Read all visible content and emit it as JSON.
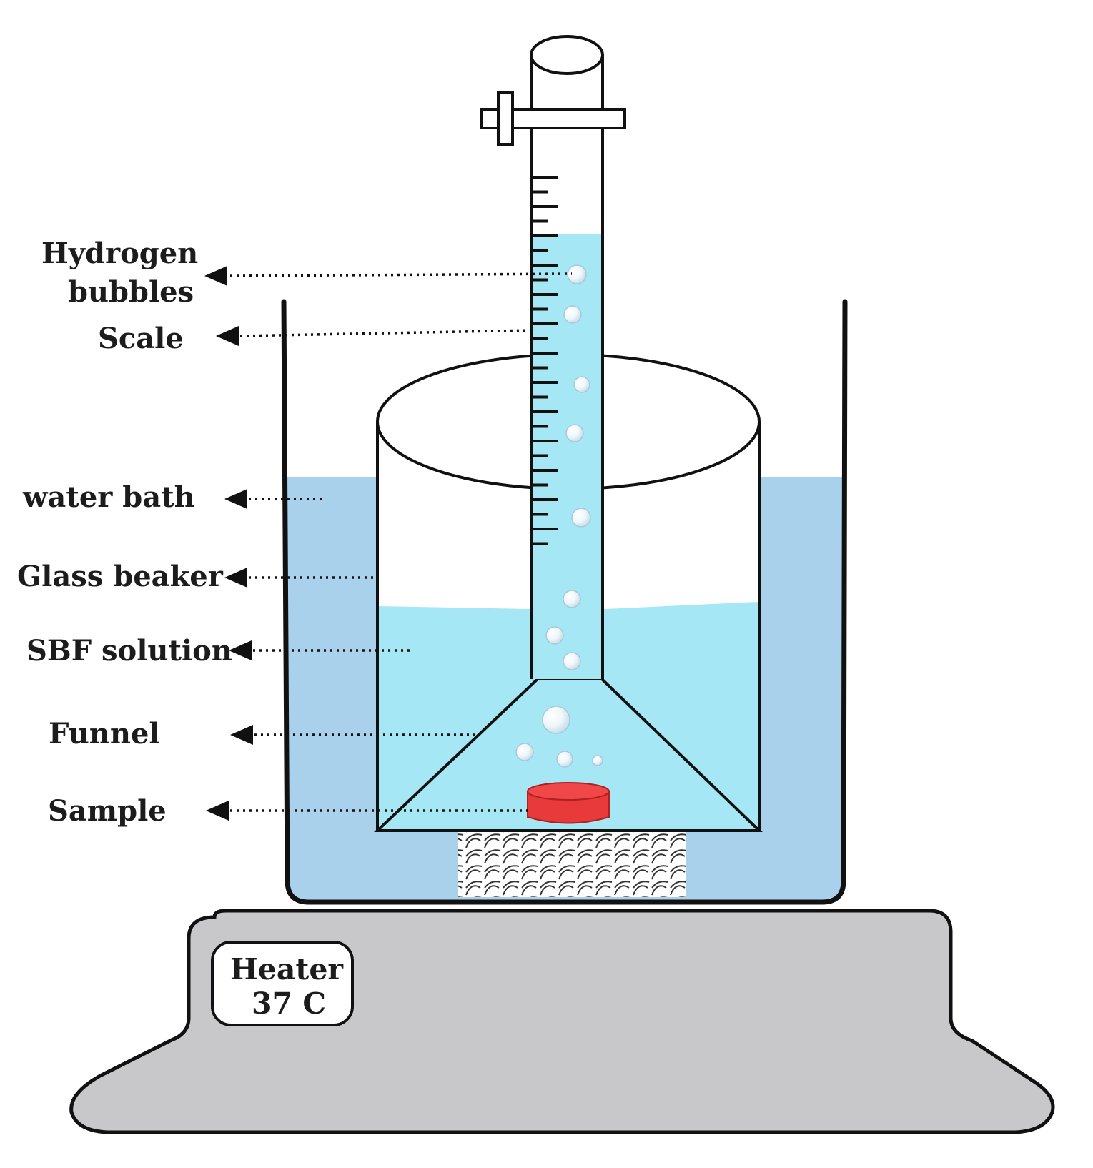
{
  "labels": {
    "hydrogen_bubbles_line1": "Hydrogen",
    "hydrogen_bubbles_line2": "bubbles",
    "scale": "Scale",
    "water_bath": "water bath",
    "glass_beaker": "Glass beaker",
    "sbf_solution": "SBF solution",
    "funnel": "Funnel",
    "sample": "Sample",
    "heater_line1": "Heater",
    "heater_line2": "37 C"
  },
  "colors": {
    "water_bath": "#a9d1ec",
    "sbf_solution": "#a6e7f5",
    "heater_body": "#c8c8ca",
    "sample": "#e83a3a",
    "outline": "#111111"
  },
  "icons": {
    "stand": "crosshatch-pattern",
    "bubbles": "circle-glyph"
  }
}
